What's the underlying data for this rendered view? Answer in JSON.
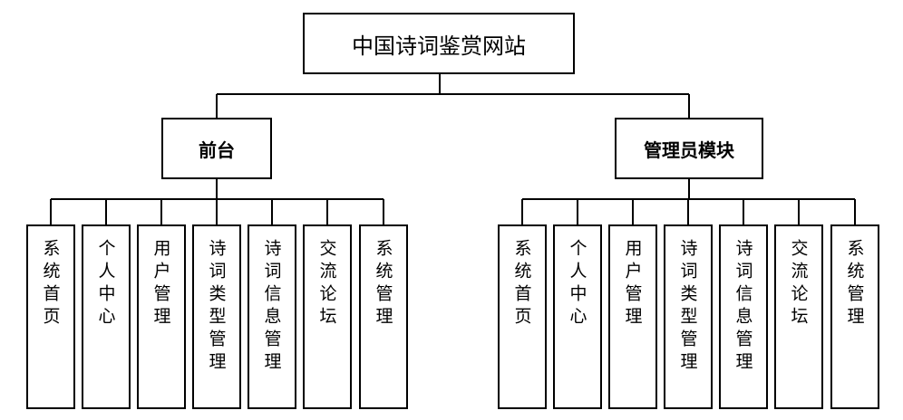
{
  "root": {
    "label": "中国诗词鉴赏网站"
  },
  "groups": [
    {
      "label": "前台",
      "children": [
        "系统首页",
        "个人中心",
        "用户管理",
        "诗词类型管理",
        "诗词信息管理",
        "交流论坛",
        "系统管理"
      ]
    },
    {
      "label": "管理员模块",
      "children": [
        "系统首页",
        "个人中心",
        "用户管理",
        "诗词类型管理",
        "诗词信息管理",
        "交流论坛",
        "系统管理"
      ]
    }
  ]
}
